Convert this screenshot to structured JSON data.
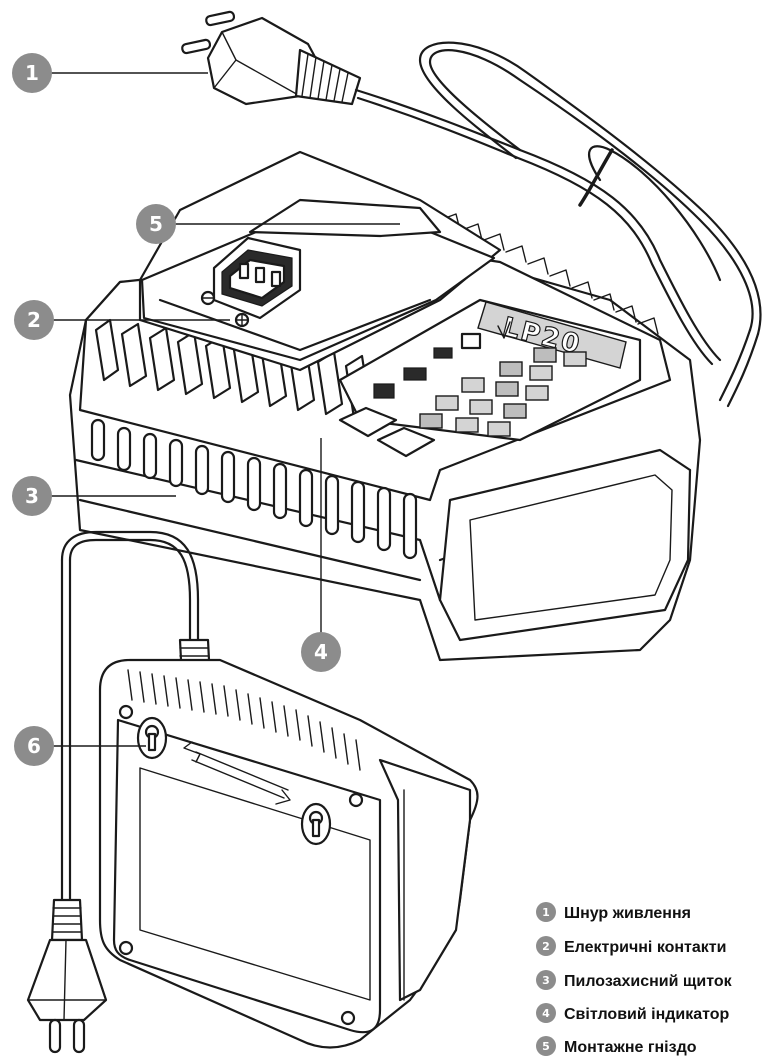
{
  "product_logo": "LP20",
  "callouts": [
    {
      "number": "1"
    },
    {
      "number": "2"
    },
    {
      "number": "3"
    },
    {
      "number": "4"
    },
    {
      "number": "5"
    },
    {
      "number": "6"
    }
  ],
  "legend": [
    {
      "number": "1",
      "label": "Шнур живлення"
    },
    {
      "number": "2",
      "label": "Електричні контакти"
    },
    {
      "number": "3",
      "label": "Пилозахисний щиток"
    },
    {
      "number": "4",
      "label": "Світловий індикатор"
    },
    {
      "number": "5",
      "label": "Монтажне гніздо"
    }
  ],
  "colors": {
    "callout_bubble": "#8c8c8c",
    "outline": "#1a1a1a",
    "panel_gray": "#bdbdbd"
  }
}
